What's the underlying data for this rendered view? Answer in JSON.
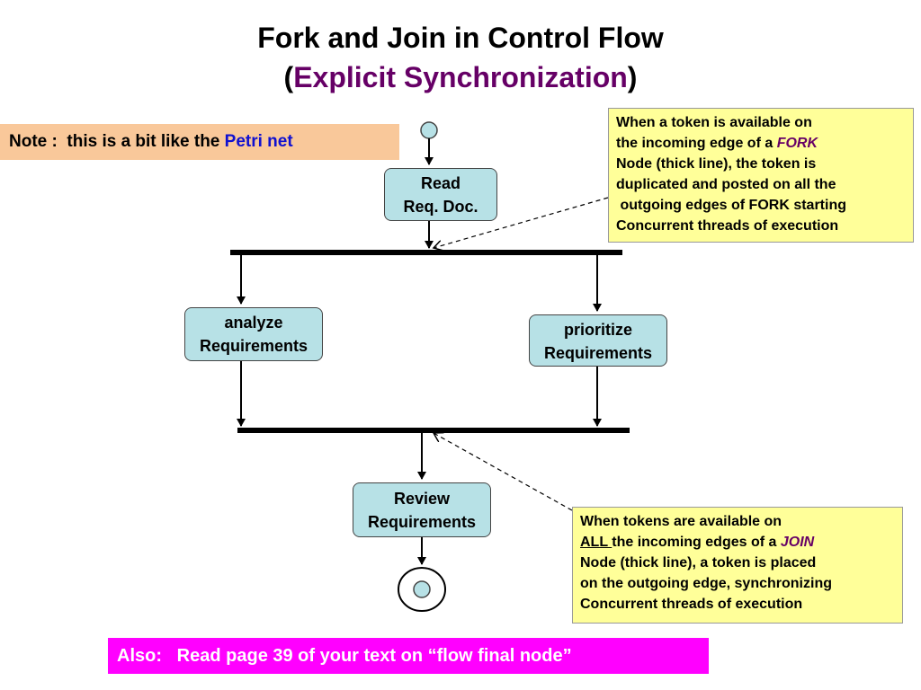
{
  "title": {
    "line1": "Fork and Join in Control Flow",
    "line2_open": "(",
    "line2_highlight": "Explicit Synchronization",
    "line2_close": ")"
  },
  "note": {
    "prefix": "Note :  this is a bit like the ",
    "highlight": "Petri net"
  },
  "nodes": {
    "read": {
      "line1": "Read",
      "line2": "Req. Doc."
    },
    "analyze": {
      "line1": "analyze",
      "line2": "Requirements"
    },
    "prioritize": {
      "line1": "prioritize",
      "line2": "Requirements"
    },
    "review": {
      "line1": "Review",
      "line2": "Requirements"
    }
  },
  "fork_callout": {
    "l1": "When a token is available on",
    "l2a": "the incoming edge of a ",
    "l2b": "FORK",
    "l3": "Node (thick line), the token is",
    "l4": "duplicated and posted on all the",
    "l5": " outgoing edges of FORK starting",
    "l6": "Concurrent threads of execution"
  },
  "join_callout": {
    "l1": "When tokens are available on",
    "l2a": "ALL ",
    "l2b": "the incoming edges of a ",
    "l2c": "JOIN",
    "l3": "Node (thick line), a token is placed",
    "l4": "on the outgoing edge, synchronizing",
    "l5": "Concurrent threads of execution"
  },
  "also": {
    "text": "Also:   Read page 39 of your text on “flow final node”"
  },
  "colors": {
    "title_highlight": "#660066",
    "note_bg": "#f9c89a",
    "petri_net": "#1010d0",
    "node_fill": "#b7e1e6",
    "callout_bg": "#ffff99",
    "also_bg": "#ff00ff"
  }
}
